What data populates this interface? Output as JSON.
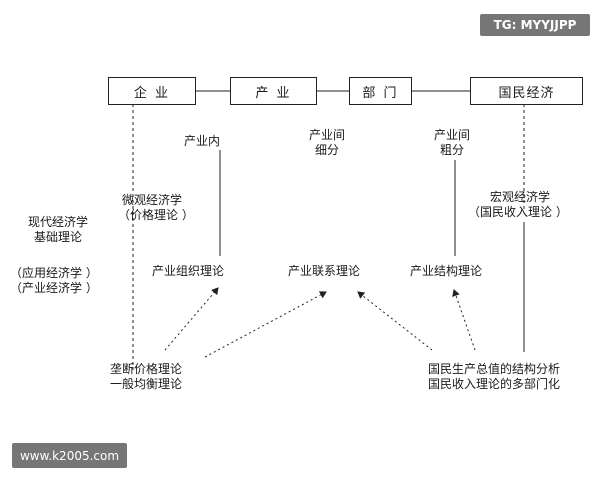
{
  "watermark_top": "TG: MYYJJPP",
  "watermark_bottom": "www.k2005.com",
  "boxes": {
    "enterprise": "企 业",
    "industry": "产 业",
    "department": "部 门",
    "national_economy": "国民经济"
  },
  "labels": {
    "intra_industry": "产业内",
    "inter_industry_fine": [
      "产业间",
      "细分"
    ],
    "inter_industry_coarse": [
      "产业间",
      "粗分"
    ],
    "micro_econ": [
      "微观经济学",
      "（价格理论 ）"
    ],
    "macro_econ": [
      "宏观经济学",
      "（国民收入理论 ）"
    ],
    "modern_econ": [
      "现代经济学",
      "基础理论"
    ],
    "applied_econ": [
      "（应用经济学 ）",
      "（产业经济学 ）"
    ],
    "industrial_org": "产业组织理论",
    "industrial_link": "产业联系理论",
    "industrial_struct": "产业结构理论",
    "monopoly_price": [
      "垄断价格理论",
      "一般均衡理论"
    ],
    "gnp_struct": [
      "国民生产总值的结构分析",
      "国民收入理论的多部门化"
    ]
  }
}
